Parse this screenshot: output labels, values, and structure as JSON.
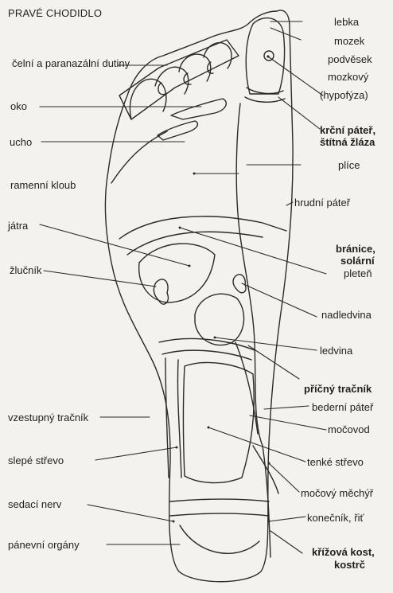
{
  "title": "PRAVÉ CHODIDLO",
  "labels": {
    "celni": "čelní a paranazální dutiny",
    "oko": "oko",
    "ucho": "ucho",
    "ramenni": "ramenní kloub",
    "jatra": "játra",
    "zlucnik": "žlučník",
    "vzestupny": "vzestupný tračník",
    "slepe": "slepé střevo",
    "sedaci": "sedací nerv",
    "panevni": "pánevní orgány",
    "lebka": "lebka",
    "mozek": "mozek",
    "podvesek": "podvěsek",
    "mozkovy": "mozkový",
    "hypofyza": "(hypofýza)",
    "krcni": "krční páteř,",
    "stitna": "štítná žláza",
    "plice": "plíce",
    "hrudni": "hrudní páteř",
    "branice": "bránice,",
    "solarni": "solární",
    "pletene": "pleteň",
    "nadledvina": "nadledvina",
    "ledvina": "ledvina",
    "pricny": "příčný tračník",
    "bederni": "bederní páteř",
    "mocovod": "močovod",
    "tenke": "tenké střevo",
    "mocovy": "močový měchýř",
    "konecnik": "konečník, řiť",
    "krizova": "křížová kost,",
    "kostrc": "kostrč"
  }
}
